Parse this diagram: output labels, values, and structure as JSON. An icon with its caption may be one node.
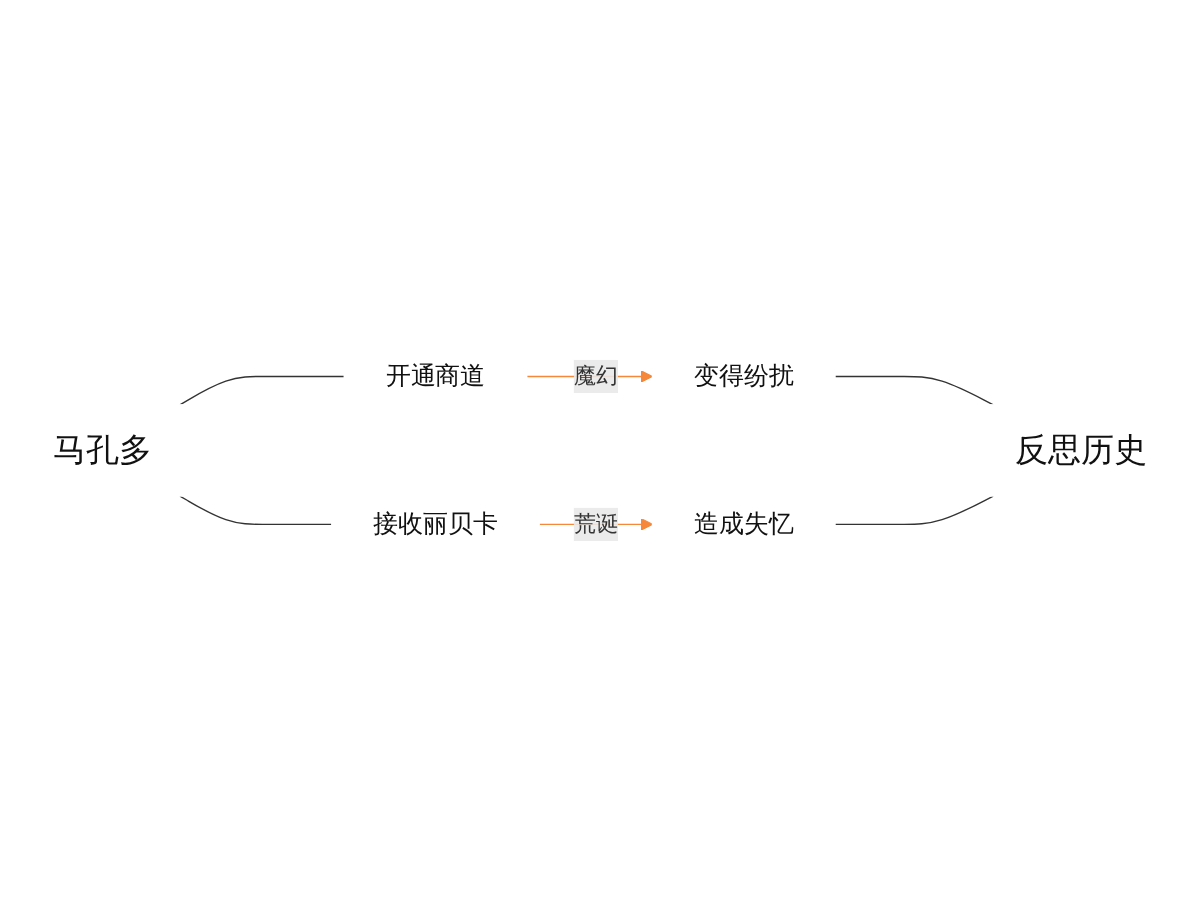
{
  "diagram": {
    "nodes": [
      {
        "text": [
          "马孔多"
        ]
      },
      {
        "text": [
          "开通商道"
        ]
      },
      {
        "text": [
          "接收丽贝卡"
        ]
      },
      {
        "text": [
          "变得纷扰"
        ]
      },
      {
        "text": [
          "造成失忆"
        ]
      },
      {
        "text": [
          "反思历史"
        ]
      }
    ],
    "edges": [
      {
        "from": 0,
        "to": 1,
        "arrow": "none"
      },
      {
        "from": 0,
        "to": 2,
        "arrow": "none"
      },
      {
        "from": 1,
        "to": 3,
        "arrow": "to",
        "label": "魔幻",
        "color": "#f5883a"
      },
      {
        "from": 2,
        "to": 4,
        "arrow": "to",
        "label": "荒诞",
        "color": "#f5883a"
      },
      {
        "from": 3,
        "to": 5,
        "arrow": "none"
      },
      {
        "from": 4,
        "to": 5,
        "arrow": "none"
      }
    ]
  }
}
